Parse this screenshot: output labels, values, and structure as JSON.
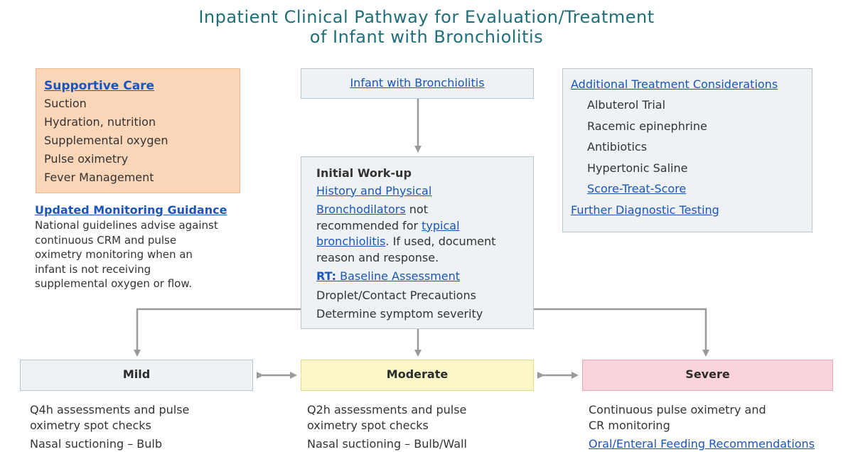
{
  "title": {
    "line1": "Inpatient Clinical Pathway for Evaluation/Treatment",
    "line2": "of Infant with Bronchiolitis"
  },
  "supportive_care": {
    "heading": "Supportive Care",
    "items": [
      "Suction",
      "Hydration, nutrition",
      "Supplemental oxygen",
      "Pulse oximetry",
      "Fever Management"
    ]
  },
  "monitoring_guidance": {
    "heading": "Updated Monitoring Guidance",
    "lines": [
      "National guidelines advise against",
      "continuous CRM and pulse",
      "oximetry monitoring when an",
      "infant is not receiving",
      "supplemental oxygen or flow."
    ]
  },
  "start_node": {
    "label": "Infant with Bronchiolitis"
  },
  "initial_workup": {
    "heading": "Initial Work-up",
    "history_link": "History and Physical",
    "bronchodilators_link": "Bronchodilators",
    "bronchodilators_text1": " not",
    "bronchodilators_text2": "recommended for ",
    "typical_link1": "typical",
    "typical_link2": "bronchiolitis",
    "bronchodilators_text3": ". If used, document",
    "bronchodilators_text4": "reason and response.",
    "rt_link_bold": "RT:",
    "rt_link_rest": " Baseline Assessment",
    "precautions": "Droplet/Contact Precautions",
    "severity": "Determine symptom severity"
  },
  "additional_treatment": {
    "heading": "Additional Treatment Considerations",
    "items": [
      "Albuterol Trial",
      "Racemic epinephrine",
      "Antibiotics",
      "Hypertonic Saline"
    ],
    "score_link": "Score-Treat-Score",
    "further_link": "Further Diagnostic Testing"
  },
  "severity_levels": {
    "mild": "Mild",
    "moderate": "Moderate",
    "severe": "Severe"
  },
  "mild_details": {
    "line1": "Q4h assessments and pulse",
    "line2": "oximetry spot checks",
    "line3": "Nasal suctioning – Bulb"
  },
  "moderate_details": {
    "line1": "Q2h assessments and pulse",
    "line2": "oximetry spot checks",
    "line3": "Nasal suctioning – Bulb/Wall"
  },
  "severe_details": {
    "line1": "Continuous pulse oximetry and",
    "line2": "CR monitoring",
    "feeding_link": "Oral/Enteral Feeding Recommendations"
  },
  "colors": {
    "title": "#1f6f78",
    "link": "#1a56b8",
    "supportive_bg": "#fbd6b8",
    "neutral_box_bg": "#eef2f4",
    "moderate_bg": "#fbf7c8",
    "severe_bg": "#fbd3dc",
    "connector": "#9a9a9a"
  }
}
